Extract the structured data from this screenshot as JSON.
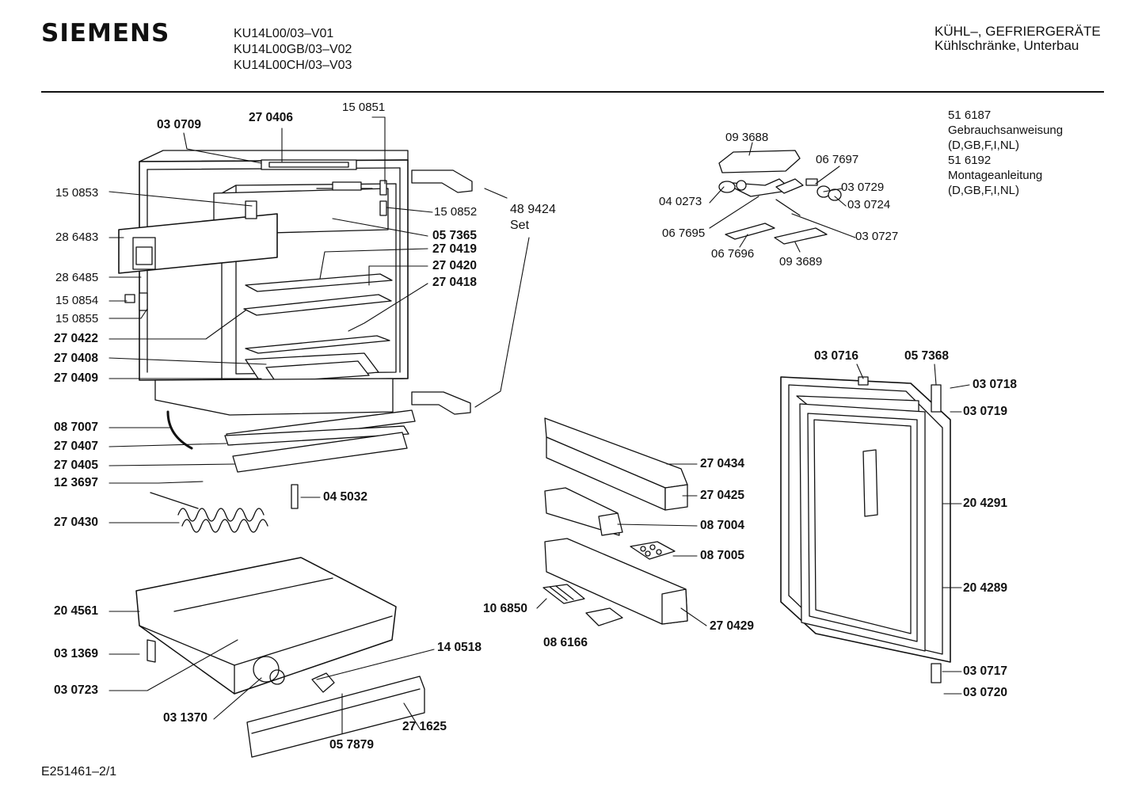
{
  "header": {
    "brand": "SIEMENS",
    "models": [
      "KU14L00/03–V01",
      "KU14L00GB/03–V02",
      "KU14L00CH/03–V03"
    ],
    "category_line1": "KÜHL–, GEFRIERGERÄTE",
    "category_line2": "Kühlschränke, Unterbau"
  },
  "docs": [
    "51 6187",
    "Gebrauchsanweisung",
    "(D,GB,F,I,NL)",
    "51 6192",
    "Montageanleitung",
    "(D,GB,F,I,NL)"
  ],
  "footer": "E251461–2/1",
  "parts": {
    "p030709": "03 0709",
    "p270406": "27 0406",
    "p150851": "15 0851",
    "p150853": "15 0853",
    "p286483": "28 6483",
    "p286485": "28 6485",
    "p150854": "15 0854",
    "p150855": "15 0855",
    "p270422": "27 0422",
    "p270408": "27 0408",
    "p270409": "27 0409",
    "p150852": "15 0852",
    "p057365": "05 7365",
    "p270419": "27 0419",
    "p270420": "27 0420",
    "p270418": "27 0418",
    "p489424": "48 9424",
    "set": "Set",
    "p087007": "08 7007",
    "p270407": "27 0407",
    "p270405": "27 0405",
    "p123697": "12 3697",
    "p045032": "04 5032",
    "p270430": "27 0430",
    "p204561": "20 4561",
    "p031369": "03 1369",
    "p030723": "03 0723",
    "p031370": "03 1370",
    "p140518": "14 0518",
    "p271625": "27 1625",
    "p057879": "05 7879",
    "p093688": "09 3688",
    "p067697": "06 7697",
    "p040273": "04 0273",
    "p030729": "03 0729",
    "p030724": "03 0724",
    "p067695": "06 7695",
    "p067696": "06 7696",
    "p093689": "09 3689",
    "p030727": "03 0727",
    "p270434": "27 0434",
    "p270425": "27 0425",
    "p087004": "08 7004",
    "p087005": "08 7005",
    "p106850": "10 6850",
    "p086166": "08 6166",
    "p270429": "27 0429",
    "p030716": "03 0716",
    "p057368": "05 7368",
    "p030718": "03 0718",
    "p030719": "03 0719",
    "p204291": "20 4291",
    "p204289": "20 4289",
    "p030717": "03 0717",
    "p030720": "03 0720"
  }
}
